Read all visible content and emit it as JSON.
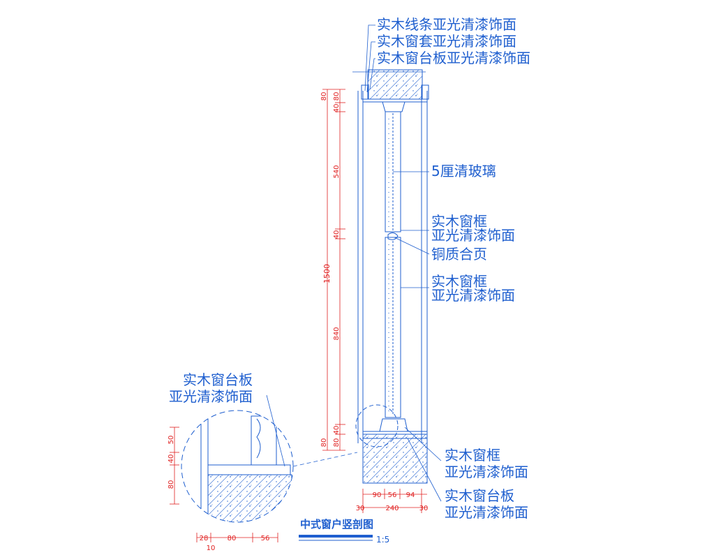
{
  "title": "中式窗户竖剖图",
  "scale": "1:5",
  "callouts": {
    "top_1": "实木线条亚光清漆饰面",
    "top_2": "实木窗套亚光清漆饰面",
    "top_3": "实木窗台板亚光清漆饰面",
    "glass": "5厘清玻璃",
    "frame_a_1": "实木窗框",
    "frame_a_2": "亚光清漆饰面",
    "hinge": "铜质合页",
    "frame_b_1": "实木窗框",
    "frame_b_2": "亚光清漆饰面",
    "bottom_frame_1": "实木窗框",
    "bottom_frame_2": "亚光清漆饰面",
    "bottom_sill_1": "实木窗台板",
    "bottom_sill_2": "亚光清漆饰面",
    "detail_1": "实木窗台板",
    "detail_2": "亚光清漆饰面"
  },
  "dimensions": {
    "vertical_overall": "1500",
    "vertical_chain": [
      "80",
      "40",
      "540",
      "40",
      "840",
      "40",
      "80"
    ],
    "vertical_inner_top": "80",
    "vertical_inner_bottom": "80",
    "bottom_upper": [
      "90",
      "56",
      "94"
    ],
    "bottom_lower": [
      "30",
      "240",
      "30"
    ],
    "detail_vertical": [
      "50",
      "40",
      "80"
    ],
    "detail_horizontal": [
      "28",
      "80",
      "56"
    ],
    "detail_horizontal_sub": "10"
  },
  "colors": {
    "line": "#1f5fcf",
    "dimension": "#e02020",
    "background": "#ffffff"
  }
}
